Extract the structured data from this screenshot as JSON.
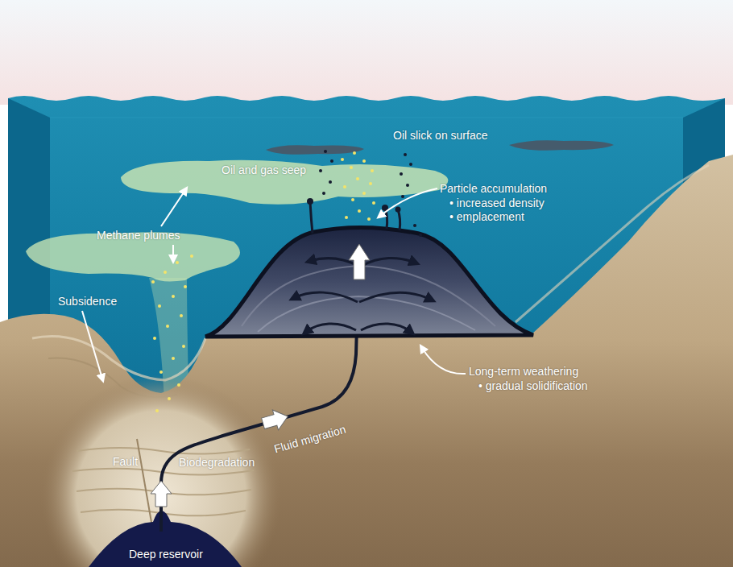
{
  "diagram": {
    "labels": [
      "Oil slick on surface",
      "Oil and gas seep",
      "Particle accumulation",
      "• increased density",
      "• emplacement",
      "Methane plumes",
      "Subsidence",
      "Long-term weathering",
      "• gradual solidification",
      "Fluid migration",
      "Fault",
      "Biodegradation",
      "Deep reservoir"
    ]
  }
}
